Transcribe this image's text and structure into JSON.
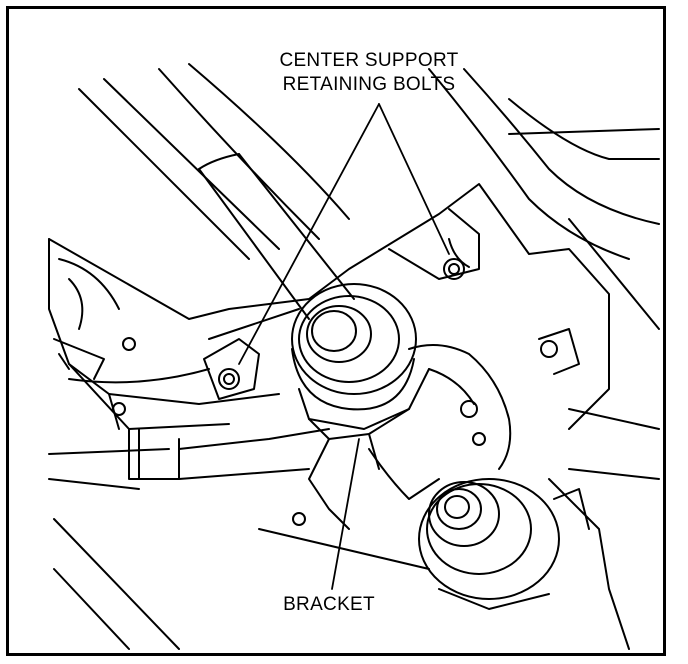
{
  "labels": {
    "center_support_line1": "CENTER SUPPORT",
    "center_support_line2": "RETAINING BOLTS",
    "bracket": "BRACKET"
  },
  "colors": {
    "ink": "#000000",
    "paper": "#ffffff"
  }
}
